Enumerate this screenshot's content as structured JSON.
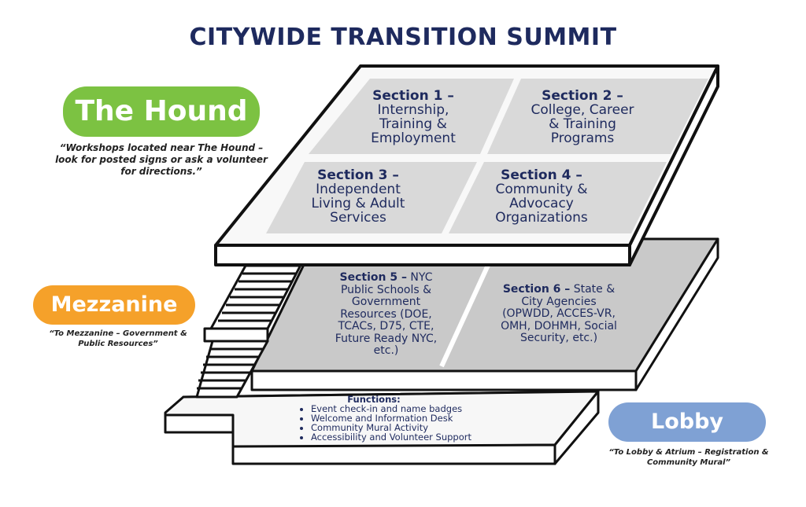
{
  "title": "CITYWIDE TRANSITION SUMMIT",
  "floors": {
    "hound": {
      "label": "The Hound",
      "note": "“Workshops located near The Hound – look for posted signs or ask a volunteer for directions.”",
      "sections": [
        {
          "head": "Section 1 –",
          "lines": [
            "Internship,",
            "Training &",
            "Employment"
          ]
        },
        {
          "head": "Section 2 –",
          "lines": [
            "College, Career",
            "& Training",
            "Programs"
          ]
        },
        {
          "head": "Section 3 –",
          "lines": [
            "Independent",
            "Living & Adult",
            "Services"
          ]
        },
        {
          "head": "Section 4 –",
          "lines": [
            "Community &",
            "Advocacy",
            "Organizations"
          ]
        }
      ]
    },
    "mezzanine": {
      "label": "Mezzanine",
      "note": "“To Mezzanine – Government & Public Resources”",
      "sections": [
        {
          "head": "Section 5 –",
          "head_rest": " NYC",
          "lines": [
            "Public Schools &",
            "Government",
            "Resources (DOE,",
            "TCACs, D75, CTE,",
            "Future Ready NYC,",
            "etc.)"
          ]
        },
        {
          "head": "Section 6 –",
          "head_rest": " State &",
          "lines": [
            "City Agencies",
            "(OPWDD, ACCES-VR,",
            "OMH, DOHMH, Social",
            "Security, etc.)"
          ]
        }
      ]
    },
    "lobby": {
      "label": "Lobby",
      "note": "“To Lobby & Atrium – Registration & Community Mural”",
      "functions_title": "Functions:",
      "functions": [
        "Event check-in and name badges",
        "Welcome and Information Desk",
        "Community Mural Activity",
        "Accessibility and Volunteer Support"
      ]
    }
  },
  "colors": {
    "title": "#1e2a5e",
    "hound": "#7cc242",
    "mezzanine": "#f5a12a",
    "lobby": "#7fa1d4",
    "section_fill": "#d9d9d9",
    "outline": "#111111"
  }
}
